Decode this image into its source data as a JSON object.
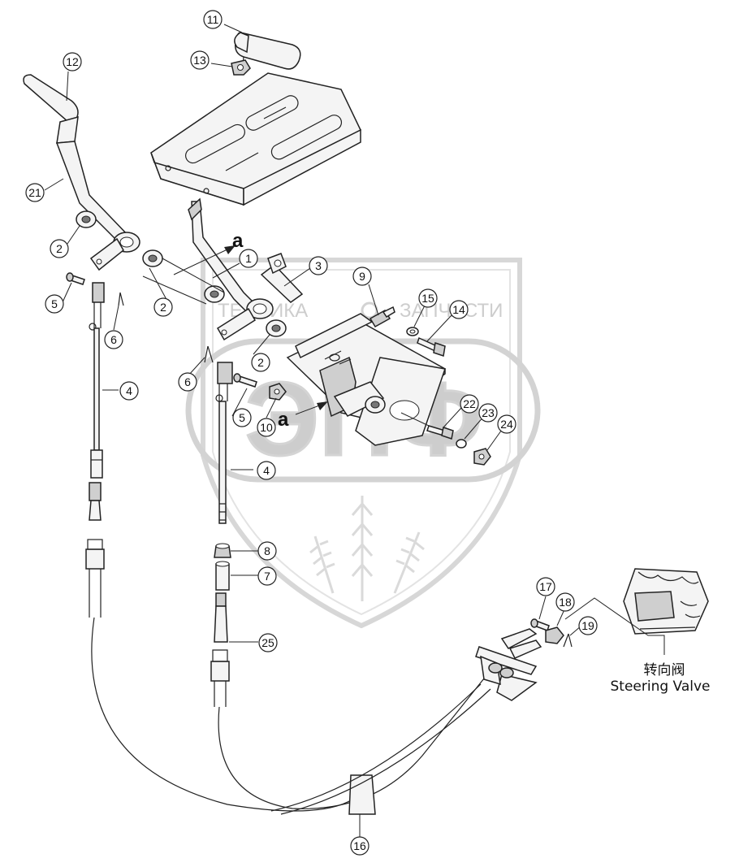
{
  "watermark": {
    "text_left": "ТЕХНИКА",
    "text_right": "ЗАПЧАСТИ",
    "big_text": "ЭПФ"
  },
  "view_marker": "a",
  "caption": {
    "chinese": "转向阀",
    "english": "Steering Valve"
  },
  "callouts": [
    {
      "id": "c11",
      "num": "11"
    },
    {
      "id": "c13",
      "num": "13"
    },
    {
      "id": "c12",
      "num": "12"
    },
    {
      "id": "c21",
      "num": "21"
    },
    {
      "id": "c2a",
      "num": "2"
    },
    {
      "id": "c5a",
      "num": "5"
    },
    {
      "id": "c2b",
      "num": "2"
    },
    {
      "id": "c1",
      "num": "1"
    },
    {
      "id": "c3",
      "num": "3"
    },
    {
      "id": "c9",
      "num": "9"
    },
    {
      "id": "c15",
      "num": "15"
    },
    {
      "id": "c14",
      "num": "14"
    },
    {
      "id": "c6a",
      "num": "6"
    },
    {
      "id": "c2c",
      "num": "2"
    },
    {
      "id": "c6b",
      "num": "6"
    },
    {
      "id": "c4a",
      "num": "4"
    },
    {
      "id": "c5b",
      "num": "5"
    },
    {
      "id": "c10",
      "num": "10"
    },
    {
      "id": "c22",
      "num": "22"
    },
    {
      "id": "c23",
      "num": "23"
    },
    {
      "id": "c24",
      "num": "24"
    },
    {
      "id": "c4b",
      "num": "4"
    },
    {
      "id": "c8",
      "num": "8"
    },
    {
      "id": "c7",
      "num": "7"
    },
    {
      "id": "c25",
      "num": "25"
    },
    {
      "id": "c17",
      "num": "17"
    },
    {
      "id": "c18",
      "num": "18"
    },
    {
      "id": "c19",
      "num": "19"
    },
    {
      "id": "c16",
      "num": "16"
    }
  ]
}
